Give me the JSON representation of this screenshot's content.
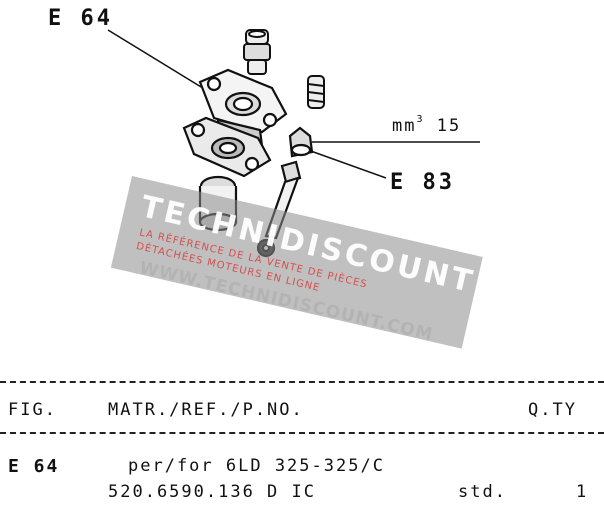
{
  "callouts": {
    "e64": "E 64",
    "e83": "E 83",
    "volume_unit": "mm",
    "volume_exp": "3",
    "volume_value": "15"
  },
  "watermark": {
    "brand": "TECHNIDISCOUNT",
    "tagline_1": "LA RÉFÉRENCE DE LA VENTE DE PIÈCES",
    "tagline_2": "DÉTACHÉES MOTEURS EN LIGNE",
    "url": "WWW.TECHNIDISCOUNT.COM"
  },
  "table": {
    "headers": {
      "fig": "FIG.",
      "ref": "MATR./REF./P.NO.",
      "qty": "Q.TY"
    },
    "row": {
      "fig": "E 64",
      "description": "per/for 6LD 325-325/C",
      "part_number": "520.6590.136 D IC",
      "unit": "std.",
      "qty": "1"
    }
  }
}
